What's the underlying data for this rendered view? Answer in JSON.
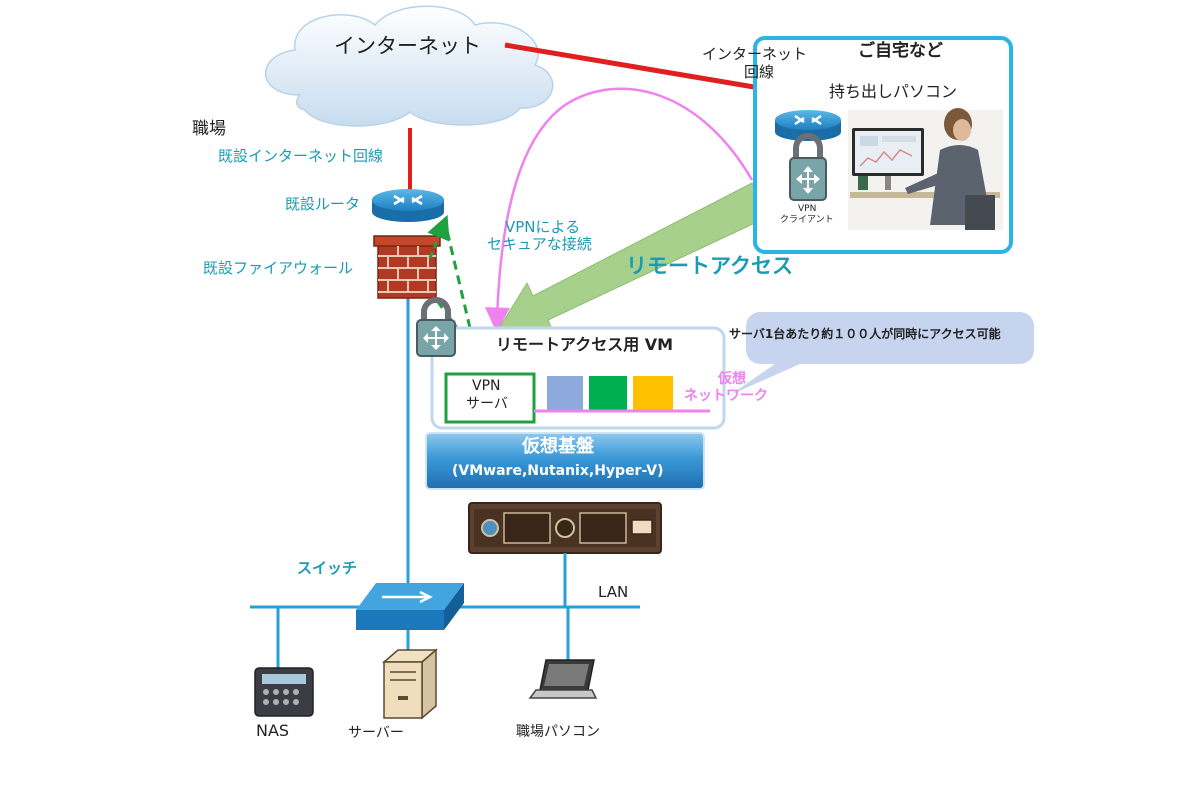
{
  "cloud": {
    "label": "インターネット"
  },
  "workplace": {
    "title": "職場",
    "internet_line": "既設インターネット回線",
    "router": "既設ルータ",
    "firewall": "既設ファイアウォール"
  },
  "home": {
    "title": "ご自宅など",
    "line_label_1": "インターネット",
    "line_label_2": "回線",
    "pc_label": "持ち出しパソコン",
    "vpn_client_1": "VPN",
    "vpn_client_2": "クライアント"
  },
  "connection": {
    "vpn_label_1": "VPNによる",
    "vpn_label_2": "セキュアな接続",
    "remote_access": "リモートアクセス"
  },
  "vm": {
    "title": "リモートアクセス用 VM",
    "vpn_server_1": "VPN",
    "vpn_server_2": "サーバ",
    "vnet_1": "仮想",
    "vnet_2": "ネットワーク",
    "callout": "サーバ1台あたり約１００人が同時にアクセス可能"
  },
  "platform": {
    "title": "仮想基盤",
    "subtitle": "(VMware,Nutanix,Hyper-V)"
  },
  "lan": {
    "switch": "スイッチ",
    "lan": "LAN",
    "nas": "NAS",
    "server": "サーバー",
    "pc": "職場パソコン"
  },
  "colors": {
    "teal": "#1a9bb5",
    "red_line": "#e02020",
    "lan_blue": "#2a9fd6",
    "vpn_green": "#20a040",
    "pink": "#ee82ee",
    "arrow_green": "#a8d08d",
    "vm_blue1": "#8ea9db",
    "vm_green": "#00b050",
    "vm_yellow": "#ffc000"
  }
}
